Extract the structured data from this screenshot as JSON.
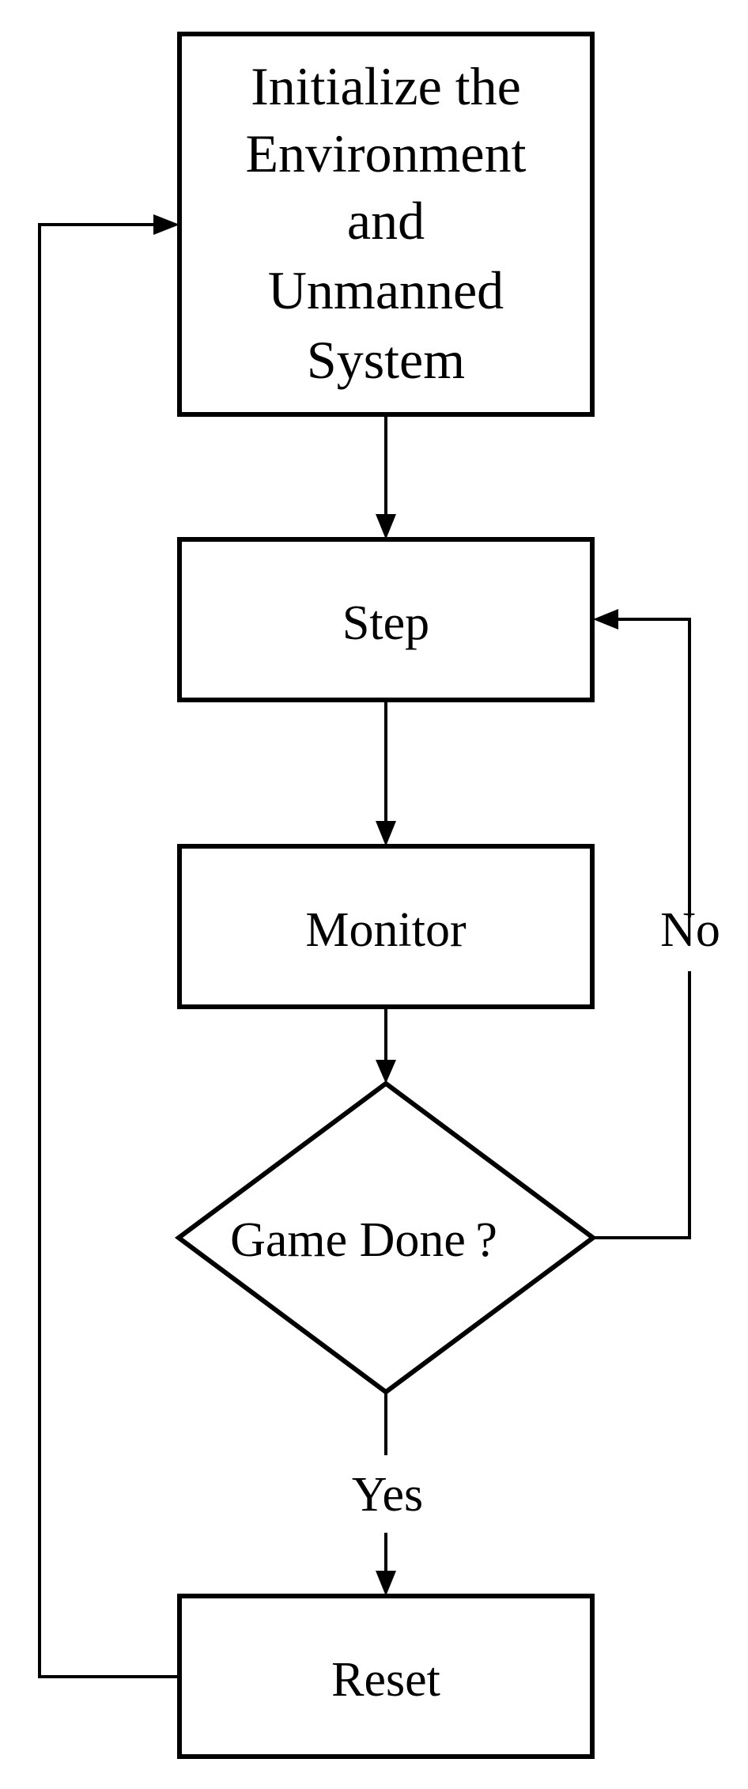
{
  "diagram": {
    "nodes": {
      "init": {
        "lines": [
          "Initialize the",
          "Environment",
          "and",
          "Unmanned",
          "System"
        ]
      },
      "step": {
        "label": "Step"
      },
      "monitor": {
        "label": "Monitor"
      },
      "decision": {
        "label": "Game Done ?"
      },
      "reset": {
        "label": "Reset"
      }
    },
    "edges": {
      "no_label": "No",
      "yes_label": "Yes"
    },
    "colors": {
      "stroke": "#000000",
      "background": "#ffffff"
    }
  }
}
